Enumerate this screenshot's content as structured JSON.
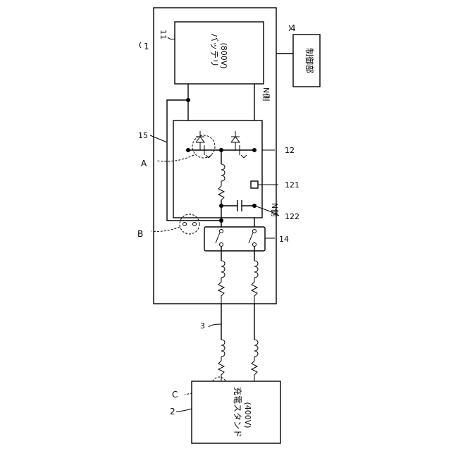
{
  "vehicle": {
    "ref": "1"
  },
  "battery": {
    "name": "バッテリ",
    "voltage": "(800V)",
    "ref": "11"
  },
  "controller": {
    "name": "制御部",
    "ref": "4"
  },
  "converter": {
    "ref": "12",
    "n_side_upper": "N側",
    "n_side_lower": "N側"
  },
  "sensor": {
    "ref": "121"
  },
  "capacitor": {
    "ref": "122"
  },
  "relay_unit": {
    "ref": "14"
  },
  "frame": {
    "ref": "15"
  },
  "cable": {
    "ref": "3"
  },
  "station": {
    "name": "充電スタンド",
    "voltage": "(400V)",
    "ref": "2"
  },
  "callouts": {
    "a": "A",
    "b": "B",
    "c": "C"
  }
}
